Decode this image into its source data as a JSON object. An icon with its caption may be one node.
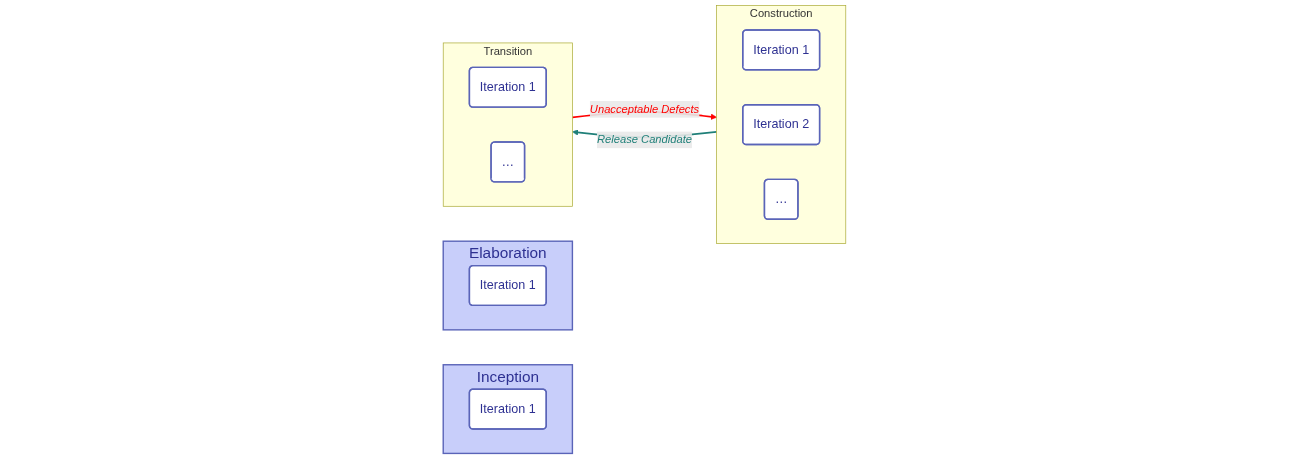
{
  "diagram": {
    "nodes": [
      {
        "text": [
          "Inception"
        ]
      },
      {
        "text": [
          "Iteration 1"
        ],
        "in": 0
      },
      {
        "text": [
          "Elaboration"
        ]
      },
      {
        "text": [
          "Iteration 1"
        ],
        "in": 2
      },
      {
        "text": [
          "Construction"
        ]
      },
      {
        "text": [
          "Iteration 1"
        ],
        "in": 4
      },
      {
        "text": [
          "Iteration 2"
        ],
        "in": 4
      },
      {
        "text": [
          "…"
        ],
        "in": 4
      },
      {
        "text": [
          "Transition"
        ]
      },
      {
        "text": [
          "Iteration 1"
        ],
        "in": 8
      },
      {
        "text": [
          "…"
        ],
        "in": 8
      }
    ],
    "edges": [
      {
        "from": 4,
        "to": 8,
        "arrow": "to",
        "label": "Release Candidate",
        "color": "#1f7f78"
      },
      {
        "from": 8,
        "to": 4,
        "arrow": "to",
        "label": "Unacceptable Defects",
        "color": "#ff0000"
      }
    ]
  }
}
